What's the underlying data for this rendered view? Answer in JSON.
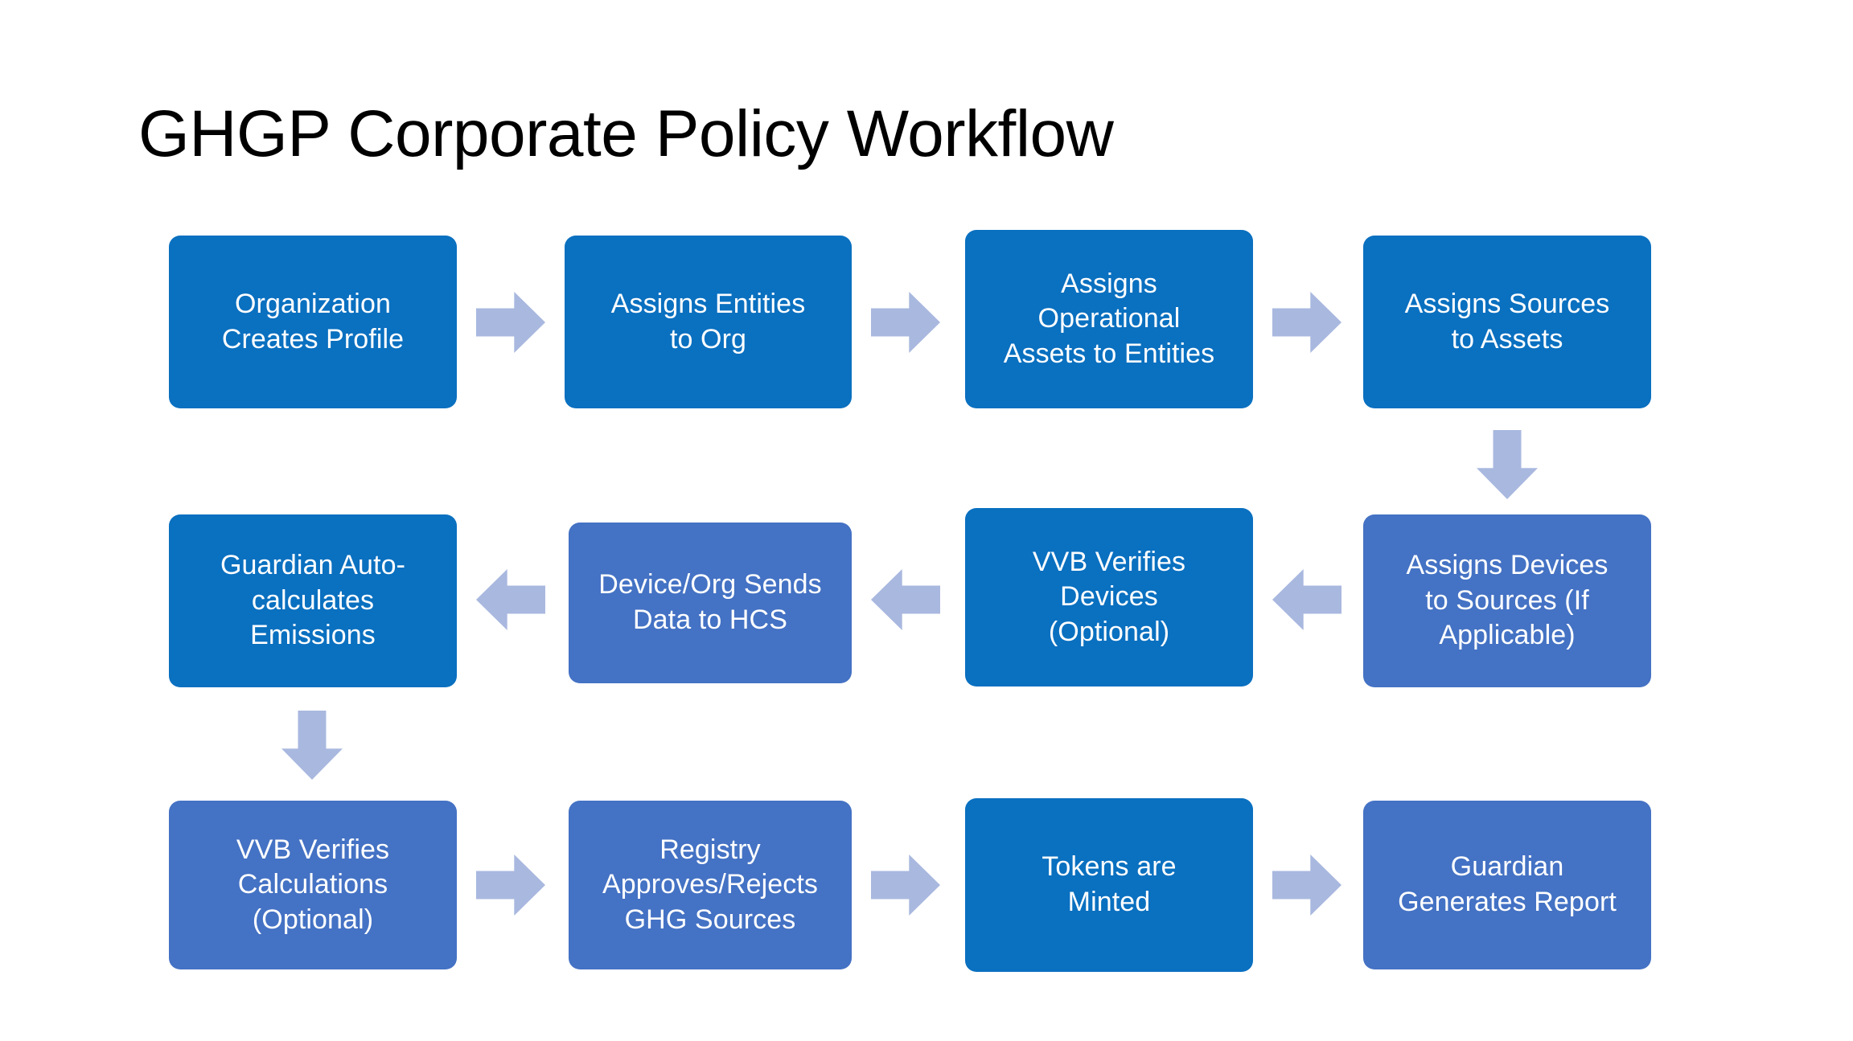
{
  "title": "GHGP Corporate Policy Workflow",
  "colors": {
    "dark_blue": "#0A70C0",
    "light_blue": "#4472C4",
    "arrow": "#A9B8DF",
    "background": "#FFFFFF",
    "title_text": "#000000",
    "node_text": "#FFFFFF"
  },
  "diagram": {
    "type": "flowchart",
    "flow_direction": "serpentine (row1 left-to-right, row2 right-to-left, row3 left-to-right)",
    "rows": [
      {
        "id": "row-1",
        "direction": "left-to-right",
        "nodes": [
          {
            "id": "n1",
            "label": "Organization\nCreates Profile",
            "lines": [
              "Organization",
              "Creates Profile"
            ],
            "style": "dark"
          },
          {
            "id": "n2",
            "label": "Assigns Entities\nto Org",
            "lines": [
              "Assigns Entities",
              "to Org"
            ],
            "style": "dark"
          },
          {
            "id": "n3",
            "label": "Assigns\nOperational\nAssets to Entities",
            "lines": [
              "Assigns",
              "Operational",
              "Assets to Entities"
            ],
            "style": "dark"
          },
          {
            "id": "n4",
            "label": "Assigns Sources\nto Assets",
            "lines": [
              "Assigns Sources",
              "to Assets"
            ],
            "style": "dark"
          }
        ],
        "connectors": [
          "arrow-right",
          "arrow-right",
          "arrow-right"
        ]
      },
      {
        "id": "row-2",
        "direction": "right-to-left",
        "nodes": [
          {
            "id": "n8",
            "label": "Guardian Auto-\ncalculates\nEmissions",
            "lines": [
              "Guardian Auto-",
              "calculates",
              "Emissions"
            ],
            "style": "dark"
          },
          {
            "id": "n7",
            "label": "Device/Org Sends\nData to HCS",
            "lines": [
              "Device/Org Sends",
              "Data to HCS"
            ],
            "style": "light"
          },
          {
            "id": "n6",
            "label": "VVB Verifies\nDevices\n(Optional)",
            "lines": [
              "VVB Verifies",
              "Devices",
              "(Optional)"
            ],
            "style": "dark"
          },
          {
            "id": "n5",
            "label": "Assigns Devices\nto Sources (If\nApplicable)",
            "lines": [
              "Assigns Devices",
              "to Sources (If",
              "Applicable)"
            ],
            "style": "light"
          }
        ],
        "connectors": [
          "arrow-left",
          "arrow-left",
          "arrow-left"
        ]
      },
      {
        "id": "row-3",
        "direction": "left-to-right",
        "nodes": [
          {
            "id": "n9",
            "label": "VVB Verifies\nCalculations\n(Optional)",
            "lines": [
              "VVB Verifies",
              "Calculations",
              "(Optional)"
            ],
            "style": "light"
          },
          {
            "id": "n10",
            "label": "Registry\nApproves/Rejects\nGHG Sources",
            "lines": [
              "Registry",
              "Approves/Rejects",
              "GHG Sources"
            ],
            "style": "light"
          },
          {
            "id": "n11",
            "label": "Tokens are\nMinted",
            "lines": [
              "Tokens are",
              "Minted"
            ],
            "style": "dark"
          },
          {
            "id": "n12",
            "label": "Guardian\nGenerates Report",
            "lines": [
              "Guardian",
              "Generates Report"
            ],
            "style": "light"
          }
        ],
        "connectors": [
          "arrow-right",
          "arrow-right",
          "arrow-right"
        ]
      }
    ],
    "vertical_connectors": [
      {
        "id": "v1",
        "from": "n4",
        "to": "n5",
        "direction": "down",
        "column": "right"
      },
      {
        "id": "v2",
        "from": "n8",
        "to": "n9",
        "direction": "down",
        "column": "left"
      }
    ]
  }
}
